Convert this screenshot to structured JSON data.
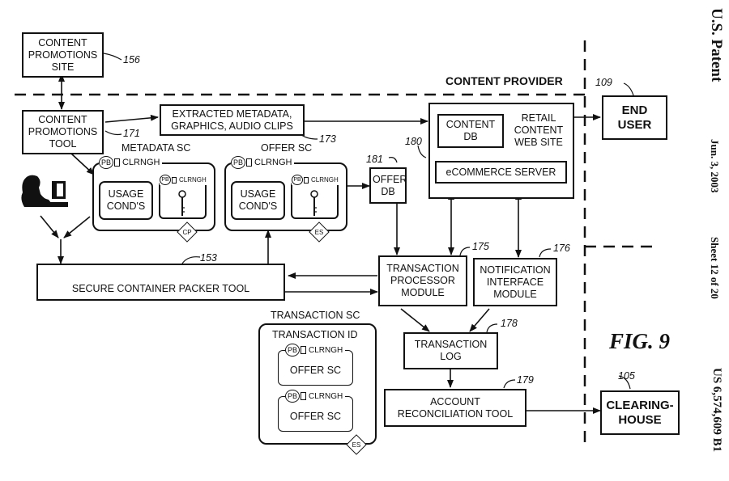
{
  "header": {
    "publisher": "U.S. Patent",
    "date": "Jun. 3, 2003",
    "sheet": "Sheet 12 of 20",
    "patent_number": "US 6,574,609 B1"
  },
  "figure_label": "FIG. 9",
  "regions": {
    "content_provider": "CONTENT PROVIDER"
  },
  "nodes": {
    "content_promotions_site": {
      "label": "CONTENT PROMOTIONS SITE",
      "ref": "156"
    },
    "content_promotions_tool": {
      "label": "CONTENT PROMOTIONS TOOL",
      "ref": "171"
    },
    "extracted_metadata": {
      "label_line1": "EXTRACTED METADATA,",
      "label_line2": "GRAPHICS, AUDIO CLIPS",
      "ref": "173"
    },
    "retail_site": {
      "label": "RETAIL CONTENT WEB SITE",
      "ref": "180",
      "content_db": "CONTENT DB",
      "ecommerce": "eCOMMERCE SERVER"
    },
    "end_user": {
      "label": "END USER",
      "ref": "109"
    },
    "metadata_sc": {
      "title": "METADATA SC",
      "usage": "USAGE COND'S",
      "pb": "PB",
      "clrngh": "CLRNGH",
      "badge": "CP",
      "key_icon": "key-icon"
    },
    "offer_sc": {
      "title": "OFFER SC",
      "usage": "USAGE COND'S",
      "pb": "PB",
      "clrngh": "CLRNGH",
      "badge": "ES",
      "key_icon": "key-icon"
    },
    "offer_db": {
      "label": "OFFER DB",
      "ref": "181"
    },
    "user_icon": "person-at-computer-icon",
    "secure_packer": {
      "label": "SECURE CONTAINER PACKER TOOL",
      "ref": "153"
    },
    "transaction_processor": {
      "label": "TRANSACTION PROCESSOR MODULE",
      "ref": "175"
    },
    "notification_interface": {
      "label": "NOTIFICATION INTERFACE MODULE",
      "ref": "176"
    },
    "transaction_sc": {
      "title": "TRANSACTION SC",
      "id_label": "TRANSACTION ID",
      "offer1": "OFFER SC",
      "offer2": "OFFER SC",
      "pb": "PB",
      "clrngh": "CLRNGH",
      "badge": "ES"
    },
    "transaction_log": {
      "label": "TRANSACTION LOG",
      "ref": "178"
    },
    "account_reconciliation": {
      "label": "ACCOUNT RECONCILIATION TOOL",
      "ref": "179"
    },
    "clearinghouse": {
      "label": "CLEARING-HOUSE",
      "ref": "105"
    }
  }
}
